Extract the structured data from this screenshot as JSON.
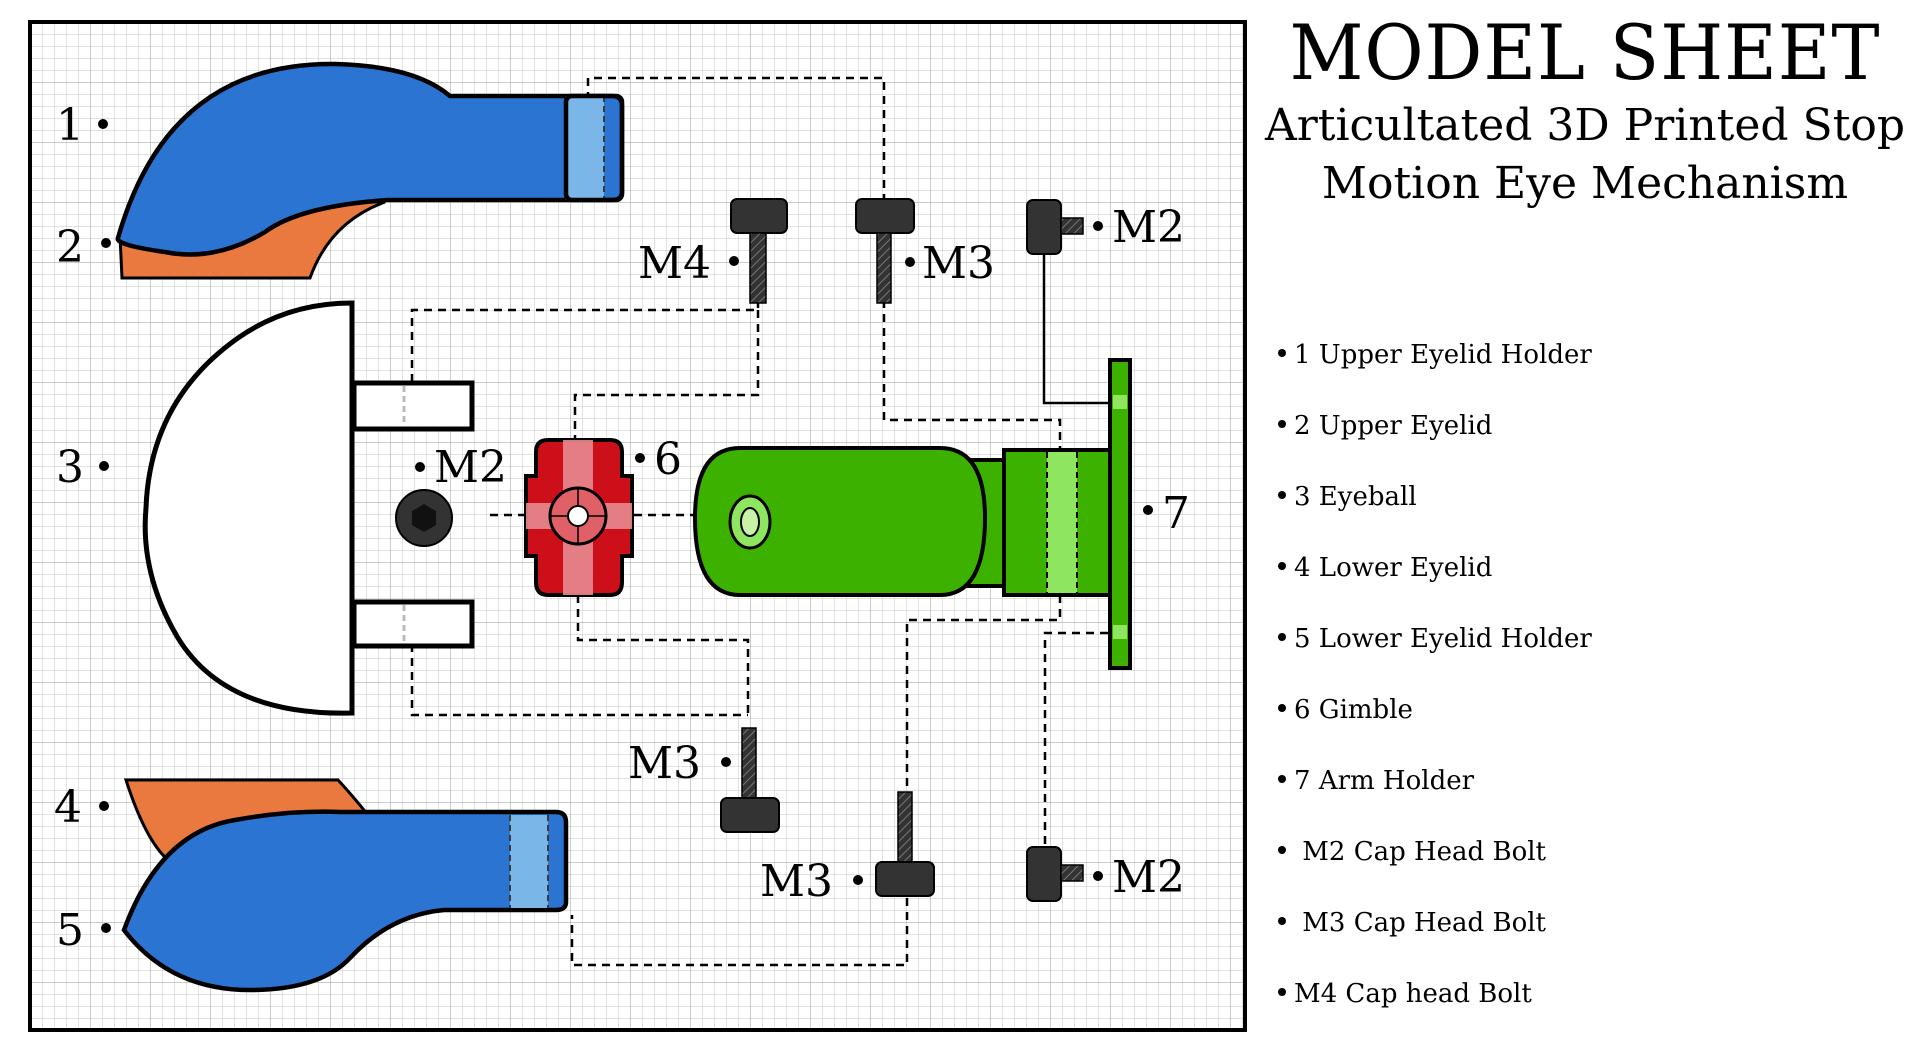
{
  "header": {
    "title": "MODEL SHEET",
    "subtitle_line1": "Articultated 3D Printed Stop",
    "subtitle_line2": "Motion Eye Mechanism"
  },
  "diagram_labels": {
    "part1": "1",
    "part2": "2",
    "part3": "3",
    "part4": "4",
    "part5": "5",
    "part6": "6",
    "part7": "7",
    "bolt_m4_top": "M4",
    "bolt_m3_top": "M3",
    "bolt_m2_top_right": "M2",
    "bolt_m2_eyeball": "M2",
    "bolt_m3_bottom_left": "M3",
    "bolt_m3_bottom_mid": "M3",
    "bolt_m2_bottom_right": "M2"
  },
  "legend": [
    {
      "id": "1",
      "label": "1 Upper Eyelid Holder"
    },
    {
      "id": "2",
      "label": "2  Upper Eyelid"
    },
    {
      "id": "3",
      "label": "3 Eyeball"
    },
    {
      "id": "4",
      "label": "4 Lower Eyelid"
    },
    {
      "id": "5",
      "label": "5 Lower Eyelid Holder"
    },
    {
      "id": "6",
      "label": "6 Gimble"
    },
    {
      "id": "7",
      "label": "7 Arm Holder"
    },
    {
      "id": "m2",
      "label": " M2 Cap Head Bolt"
    },
    {
      "id": "m3",
      "label": " M3 Cap Head Bolt"
    },
    {
      "id": "m4",
      "label": "M4 Cap head Bolt"
    }
  ],
  "colors": {
    "holder_blue": "#2b74d1",
    "holder_light_blue": "#7ab6e8",
    "eyelid_orange": "#e9793f",
    "gimble_red": "#cc0f19",
    "gimble_light": "#e88a90",
    "arm_green": "#3cb100",
    "arm_light_green": "#8de560",
    "bolt_dark": "#333333",
    "grid_line": "#bdbdbd"
  }
}
